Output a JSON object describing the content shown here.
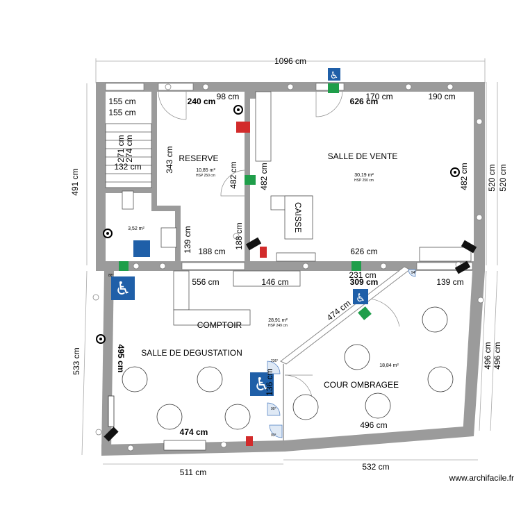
{
  "dimensions": {
    "top_total": "1096 cm",
    "left_total": "491 cm",
    "right_outer_a": "520 cm",
    "right_outer_b": "520 cm",
    "left_lower": "533 cm",
    "right_lower_a": "496 cm",
    "right_lower_b": "496 cm",
    "bottom_left": "511 cm",
    "bottom_right": "532 cm",
    "wc_top_a": "155 cm",
    "wc_top_b": "155 cm",
    "stair_a": "271 cm",
    "stair_b": "274 cm",
    "stair_w": "132 cm",
    "reserve_top": "240 cm",
    "reserve_top_small": "98 cm",
    "reserve_h": "343 cm",
    "reserve_right": "482 cm",
    "reserve_low": "188 cm",
    "reserve_low_v": "188 cm",
    "wc_v": "139 cm",
    "vente_top": "626 cm",
    "vente_170": "170 cm",
    "vente_190": "190 cm",
    "vente_left": "482 cm",
    "vente_right": "482 cm",
    "vente_bottom": "626 cm",
    "deg_556": "556 cm",
    "deg_146": "146 cm",
    "deg_231": "231 cm",
    "deg_309": "309 cm",
    "deg_139": "139 cm",
    "diag_474": "474 cm",
    "deg_495": "495 cm",
    "deg_474": "474 cm",
    "cour_496": "496 cm",
    "deg_136": "136 cm"
  },
  "rooms": {
    "reserve": {
      "name": "RESERVE",
      "area": "10,85 m²",
      "hsp": "HSP 250 cm"
    },
    "vente": {
      "name": "SALLE DE VENTE",
      "area": "30,19 m²",
      "hsp": "HSP 250 cm"
    },
    "wc": {
      "area": "3,52 m²"
    },
    "caisse": {
      "name": "CAISSE"
    },
    "comptoir": {
      "name": "COMPTOIR",
      "area": "28,91 m²",
      "hsp": "HSP 249 cm"
    },
    "degustation": {
      "name": "SALLE DE DEGUSTATION"
    },
    "cour": {
      "name": "COUR OMBRAGEE",
      "area": "18,84 m²"
    }
  },
  "angles": {
    "a1": "88°",
    "a2": "236°",
    "a3": "90°",
    "a4": "93°",
    "a5": "94°"
  },
  "watermark": "www.archifacile.fr",
  "colors": {
    "wall": "#9b9b9b",
    "exit_green": "#1f9e4a",
    "pmr_blue": "#1f5fa8",
    "extinguisher_red": "#d22b2b"
  }
}
